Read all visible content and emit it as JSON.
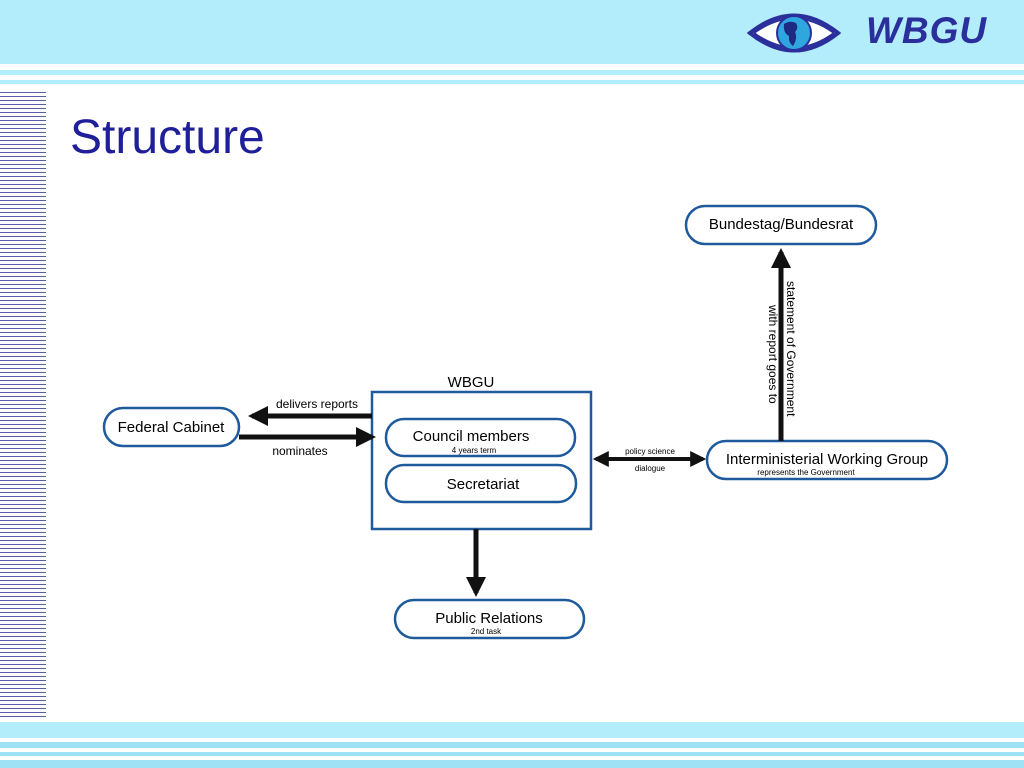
{
  "header": {
    "logo_text": "WBGU"
  },
  "slide": {
    "title": "Structure"
  },
  "diagram": {
    "nodes": {
      "bundestag": {
        "label": "Bundestag/Bundesrat"
      },
      "federal_cabinet": {
        "label": "Federal Cabinet"
      },
      "wbgu_box": {
        "label": "WBGU"
      },
      "council_members": {
        "label": "Council members",
        "sublabel": "4 years term"
      },
      "secretariat": {
        "label": "Secretariat"
      },
      "public_relations": {
        "label": "Public Relations",
        "sublabel": "2nd task"
      },
      "iwg": {
        "label": "Interministerial Working Group",
        "sublabel": "represents the Government"
      }
    },
    "edges": {
      "delivers_reports": "delivers reports",
      "nominates": "nominates",
      "policy_science": "policy science",
      "dialogue": "dialogue",
      "statement_line1": "statement of Government",
      "statement_line2": "with report goes to"
    }
  },
  "colors": {
    "header_bg": "#b3ecfa",
    "footer_bg": "#9fe2f5",
    "title": "#1f1f99",
    "node_border": "#1e5a9c",
    "logo": "#2a2f9c"
  }
}
